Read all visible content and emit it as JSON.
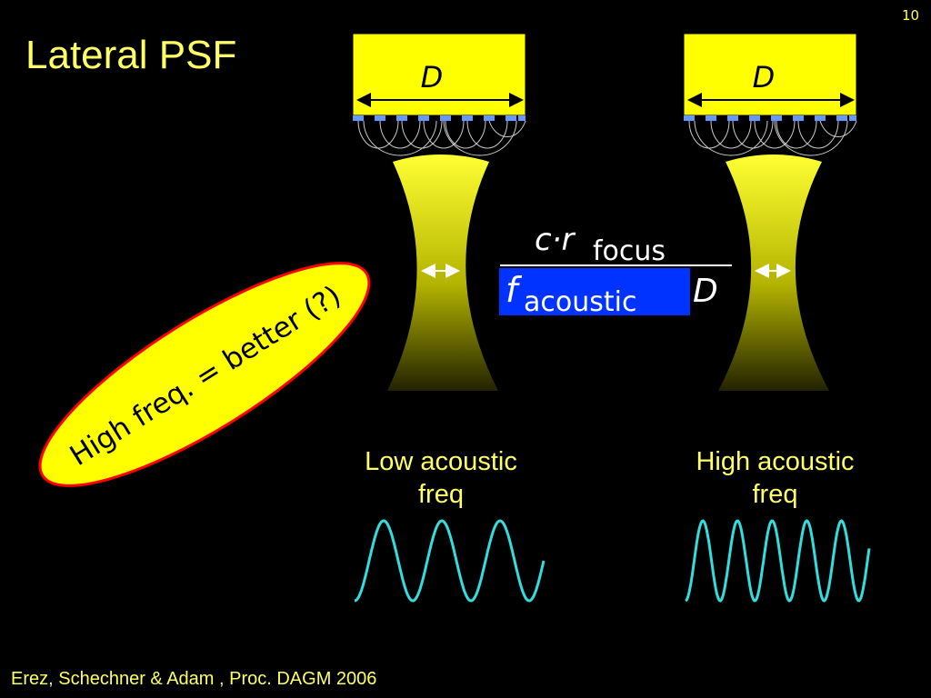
{
  "slide_number": "10",
  "title": "Lateral PSF",
  "aperture_label": "D",
  "callout": "High freq. = better (?)",
  "formula": {
    "numerator": "c·r",
    "numerator_sub": "focus",
    "denominator": "f",
    "denominator_sub": "acoustic",
    "trailing": "D"
  },
  "captions": {
    "low": "Low acoustic freq",
    "high": "High acoustic freq"
  },
  "citation": "Erez, Schechner & Adam , Proc. DAGM 2006",
  "colors": {
    "background": "#000000",
    "text": "#ffff66",
    "transducer": "#ffff00",
    "elements": "#6699ff",
    "wave": "#33dddd",
    "callout_fill": "#ffff00",
    "callout_stroke": "#ff0000",
    "formula_highlight": "#0033ff"
  }
}
